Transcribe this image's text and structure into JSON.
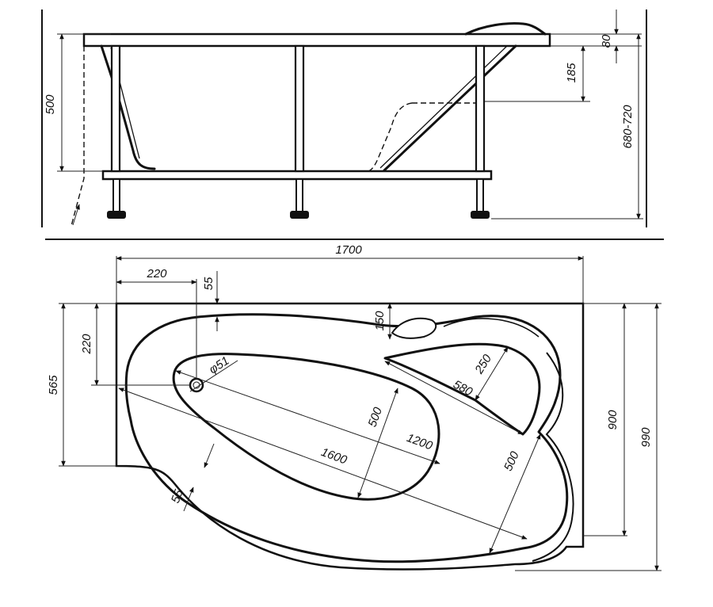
{
  "dimensions": {
    "side_view": {
      "height_rim_to_base": "500",
      "rim_thickness": "80",
      "seat_depth": "185",
      "total_height": "680-720"
    },
    "top_view": {
      "overall_length": "1700",
      "drain_offset_x": "220",
      "drain_offset_y": "220",
      "rim_width_top": "55",
      "headrest_offset": "150",
      "drain_diameter": "φ51",
      "headrest_width": "250",
      "headrest_length": "580",
      "inner_width": "500",
      "inner_length_long": "1600",
      "inner_length": "1200",
      "lobe_width": "500",
      "rim_width_bottom": "55",
      "short_side_depth": "565",
      "depth_900": "900",
      "depth_990": "990"
    }
  },
  "colors": {
    "line": "#111111",
    "background": "#ffffff"
  }
}
